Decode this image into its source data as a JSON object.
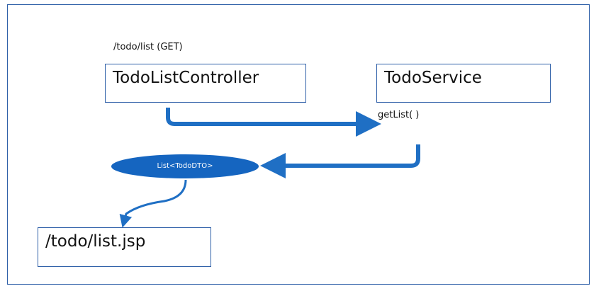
{
  "diagram": {
    "route_label": "/todo/list (GET)",
    "controller": "TodoListController",
    "service": "TodoService",
    "service_method": "getList( )",
    "result_label": "List<TodoDTO>",
    "view": "/todo/list.jsp"
  },
  "colors": {
    "border": "#2e5fa8",
    "arrow": "#1f6fc4",
    "ellipse": "#1565c0",
    "text": "#111111"
  }
}
